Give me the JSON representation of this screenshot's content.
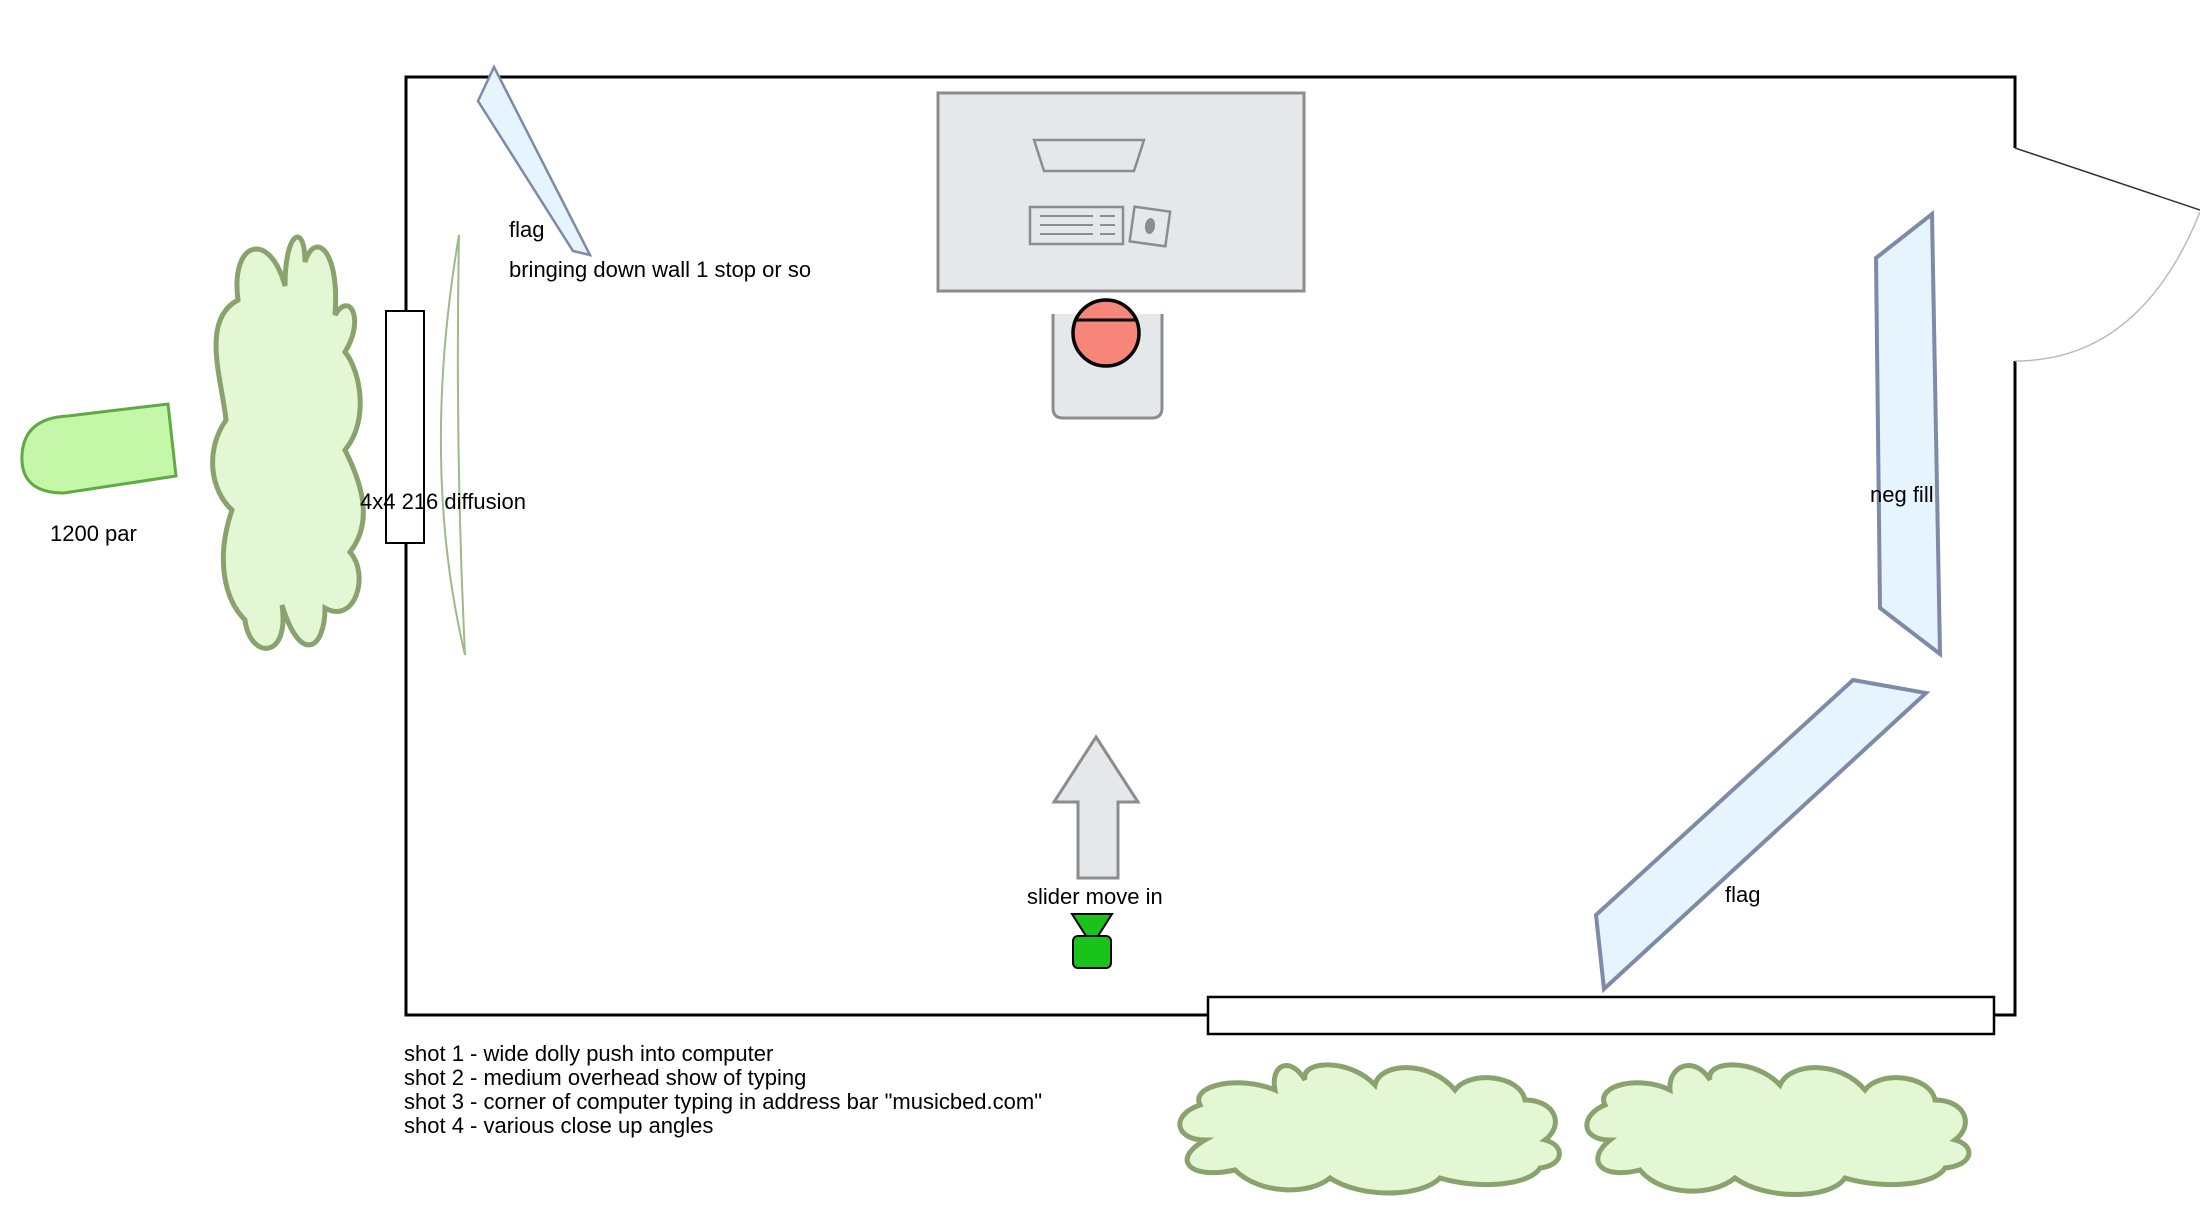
{
  "labels": {
    "flag_top": "flag",
    "flag_top_note": "bringing down wall 1 stop or so",
    "light_label": "1200 par",
    "diffusion_label": "4x4 216 diffusion",
    "neg_fill_label": "neg fill",
    "slider_label": "slider move in",
    "flag_bottom": "flag"
  },
  "shots": [
    "shot 1 - wide dolly push into computer",
    "shot 2 - medium overhead show of typing",
    "shot 3 - corner of computer typing in address bar \"musicbed.com\"",
    "shot 4 - various close up angles"
  ],
  "colors": {
    "flag_fill": "#e6f4fd",
    "flag_stroke": "#7f8aa8",
    "bush_fill": "#e3f7d4",
    "bush_stroke": "#8aa36e",
    "light_fill": "#c4f7a8",
    "light_stroke": "#5faa45",
    "desk_fill": "#e5e8eb",
    "device_stroke": "#8c8c8c",
    "person_fill": "#f6857a",
    "camera_fill": "#1ac31a",
    "arrow_fill": "#e5e8eb"
  }
}
